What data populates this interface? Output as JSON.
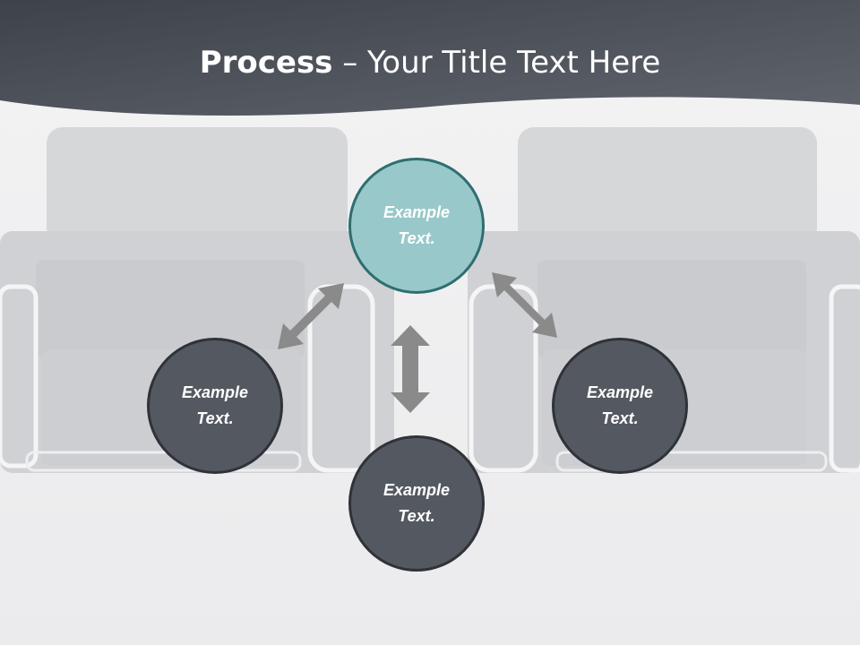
{
  "title": {
    "bold": "Process",
    "rest": " – Your Title Text Here"
  },
  "nodes": [
    {
      "id": "top",
      "text": "Example Text.",
      "fill": "#98c8c9"
    },
    {
      "id": "left",
      "text": "Example Text.",
      "fill": "#545861"
    },
    {
      "id": "right",
      "text": "Example Text.",
      "fill": "#545861"
    },
    {
      "id": "bottom",
      "text": "Example Text.",
      "fill": "#545861"
    }
  ],
  "colors": {
    "header": "#4a4e57",
    "accent": "#98c8c9",
    "arrow": "#8a8a8a"
  }
}
